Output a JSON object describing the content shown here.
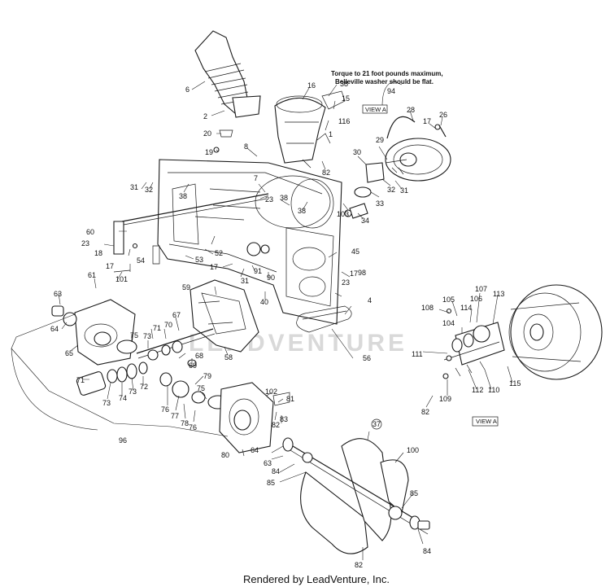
{
  "diagram": {
    "note_line1": "Torque to 21 foot pounds maximum,",
    "note_line2": "Belleville washer should be flat.",
    "view_label_top": "VIEW A",
    "view_label_bottom": "VIEW A",
    "watermark": "LEADVENTURE",
    "footer": "Rendered by LeadVenture, Inc.",
    "part_numbers": {
      "p6": "6",
      "p2": "2",
      "p20": "20",
      "p19": "19",
      "p8": "8",
      "p16": "16",
      "p38a": "38",
      "p15": "15",
      "p116": "116",
      "p1": "1",
      "p82a": "82",
      "p94": "94",
      "p28": "28",
      "p26": "26",
      "p17a": "17",
      "p30": "30",
      "p29": "29",
      "p32a": "32",
      "p31a": "31",
      "p33": "33",
      "p34": "34",
      "p103": "103",
      "p31b": "31",
      "p32b": "32",
      "p7": "7",
      "p38b": "38",
      "p23a": "23",
      "p38c": "38",
      "p38d": "38",
      "p60": "60",
      "p23b": "23",
      "p18": "18",
      "p17b": "17",
      "p54": "54",
      "p101": "101",
      "p53": "53",
      "p52": "52",
      "p17c": "17",
      "p91": "91",
      "p90": "90",
      "p31c": "31",
      "p45": "45",
      "p98": "98",
      "p17d": "17",
      "p23c": "23",
      "p4": "4",
      "p56": "56",
      "p40": "40",
      "p59": "59",
      "p61": "61",
      "p63a": "63",
      "p64a": "64",
      "p65": "65",
      "p75a": "75",
      "p71a": "71",
      "p73a": "73",
      "p70": "70",
      "p67": "67",
      "p68": "68",
      "p69": "69",
      "p58": "58",
      "p71b": "71",
      "p73b": "73",
      "p74": "74",
      "p73c": "73",
      "p72": "72",
      "p79": "79",
      "p76a": "76",
      "p77": "77",
      "p78": "78",
      "p76b": "76",
      "p75b": "75",
      "p102": "102",
      "p81": "81",
      "p82b": "82",
      "p83": "83",
      "p80": "80",
      "p96": "96",
      "p37": "37",
      "p64b": "64",
      "p63b": "63",
      "p84a": "84",
      "p85a": "85",
      "p100": "100",
      "p85b": "85",
      "p84b": "84",
      "p82c": "82",
      "p108": "108",
      "p105": "105",
      "p107": "107",
      "p113": "113",
      "p106": "106",
      "p114": "114",
      "p104": "104",
      "p111": "111",
      "p112": "112",
      "p110": "110",
      "p115": "115",
      "p109": "109",
      "p82d": "82"
    }
  }
}
